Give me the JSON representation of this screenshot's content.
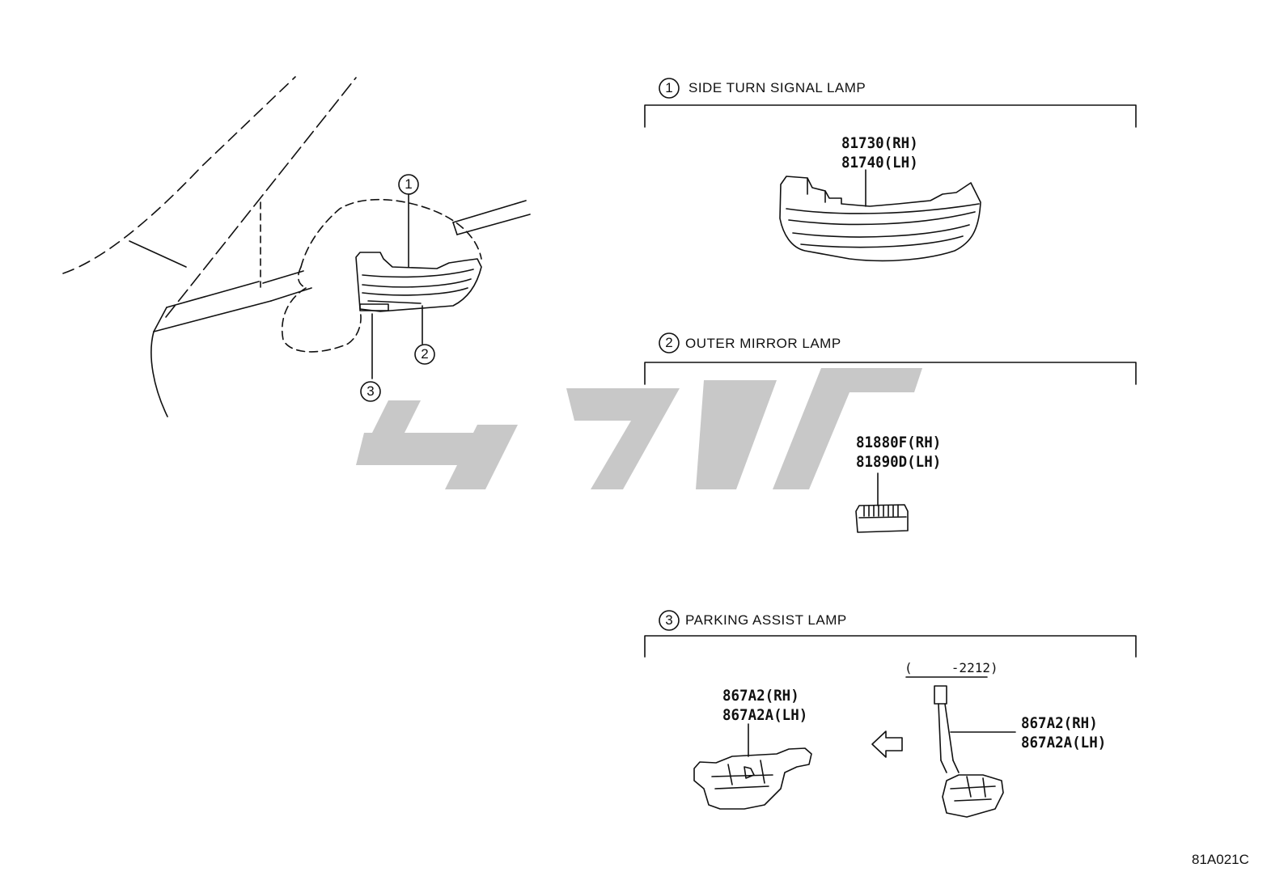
{
  "sections": [
    {
      "number": "1",
      "title": "SIDE TURN SIGNAL LAMP",
      "parts": [
        "81730(RH)",
        "81740(LH)"
      ]
    },
    {
      "number": "2",
      "title": "OUTER MIRROR LAMP",
      "parts": [
        "81880F(RH)",
        "81890D(LH)"
      ]
    },
    {
      "number": "3",
      "title": "PARKING ASSIST LAMP",
      "parts_left": [
        "867A2(RH)",
        "867A2A(LH)"
      ],
      "range": "(     -2212)",
      "parts_right": [
        "867A2(RH)",
        "867A2A(LH)"
      ]
    }
  ],
  "callouts": [
    "1",
    "2",
    "3"
  ],
  "diagram_code": "81A021C",
  "colors": {
    "line": "#111111",
    "watermark": "#c8c8c8",
    "background": "#ffffff"
  }
}
